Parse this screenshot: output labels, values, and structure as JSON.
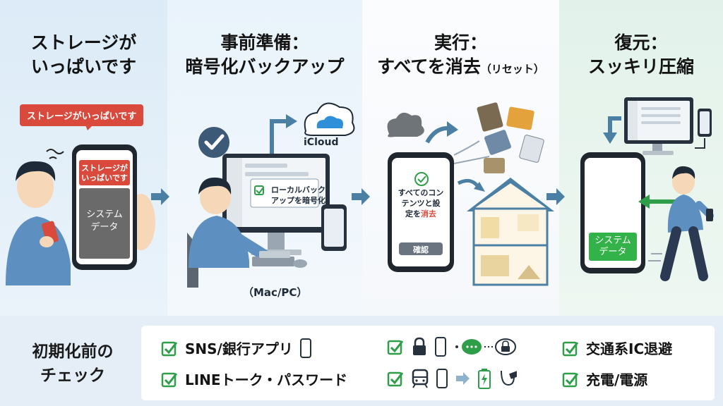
{
  "panels": [
    {
      "title_lines": [
        "ストレージが",
        "いっぱいです"
      ]
    },
    {
      "title_lines": [
        "事前準備：",
        "暗号化バックアップ"
      ]
    },
    {
      "title_lines": [
        "実行：",
        "すべてを消去"
      ],
      "title_suffix": "（リセット）"
    },
    {
      "title_lines": [
        "復元：",
        "スッキリ圧縮"
      ]
    }
  ],
  "panel1": {
    "alert_bubble": "ストレージがいっぱいです",
    "phone_alert_lines": [
      "ストレージが",
      "いっぱいです"
    ],
    "system_data_lines": [
      "システム",
      "データ"
    ]
  },
  "panel2": {
    "cloud_label": "iCloud",
    "checkbox_lines": [
      "ローカルバック",
      "アップを暗号化"
    ],
    "computer_label": "（Mac/PC）"
  },
  "panel3": {
    "erase_lines": [
      "すべてのコン",
      "テンツと設"
    ],
    "erase_line3_prefix": "定を",
    "erase_line3_highlight": "消去",
    "confirm_button": "確認"
  },
  "panel4": {
    "system_data_lines": [
      "システム",
      "データ"
    ]
  },
  "checklist": {
    "title_lines": [
      "初期化前の",
      "チェック"
    ],
    "items": [
      "SNS/銀行アプリ",
      "LINEトーク・パスワード",
      "交通系IC退避",
      "充電/電源"
    ]
  },
  "colors": {
    "check_green": "#2e9e48",
    "alert_red": "#d94a3c",
    "arrow_blue": "#4b7fa3",
    "system_gray": "#6a6a6a",
    "system_green": "#34b24a",
    "shirt_blue": "#5d8fc0"
  }
}
